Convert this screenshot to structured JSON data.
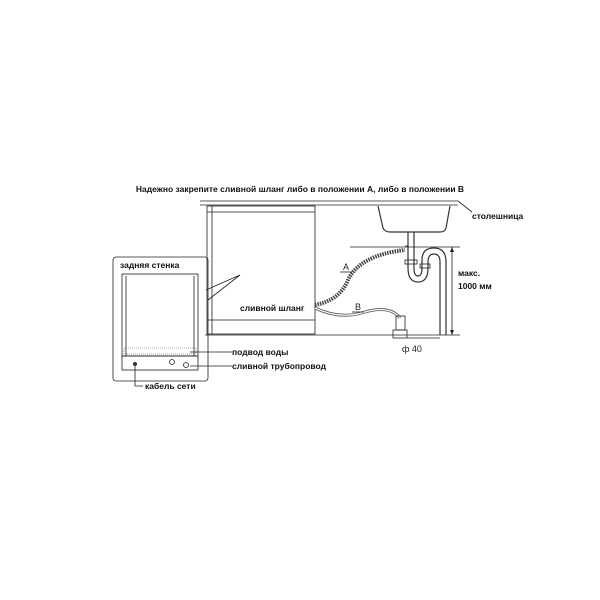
{
  "title": "Надежно закрепите сливной шланг либо в положении A, либо в положении B",
  "labels": {
    "countertop": "столешница",
    "back_wall": "задняя стенка",
    "drain_hose": "сливной шланг",
    "water_inlet": "подвод воды",
    "drain_pipe": "сливной трубопровод",
    "power_cable": "кабель сети",
    "max_label": "макс.",
    "max_value": "1000 мм",
    "diameter": "ф 40",
    "position_a": "A",
    "position_b": "B"
  }
}
